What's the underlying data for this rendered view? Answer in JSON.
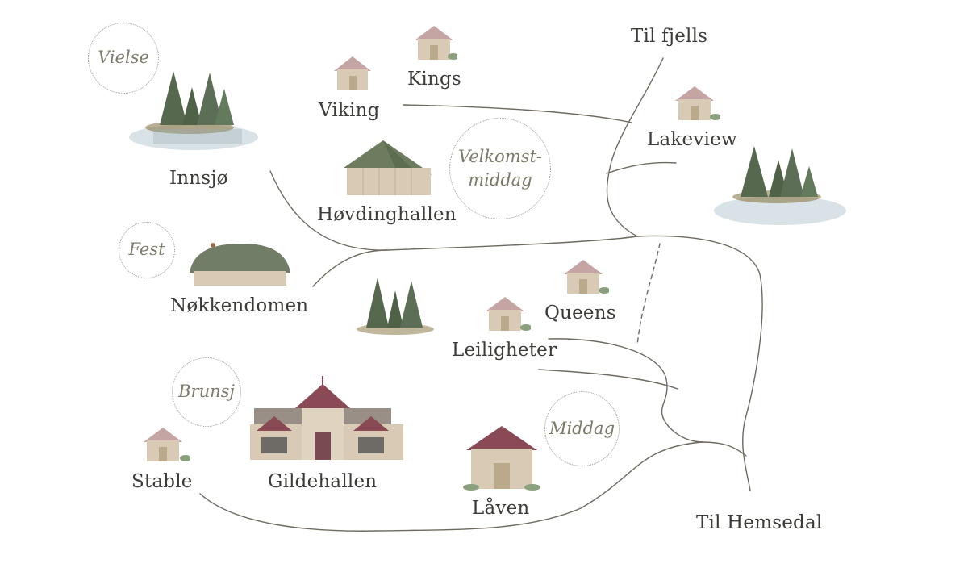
{
  "map": {
    "destinations": {
      "til_fjells": "Til fjells",
      "til_hemsedal": "Til Hemsedal"
    },
    "places": {
      "innsjo": "Innsjø",
      "viking": "Viking",
      "kings": "Kings",
      "lakeview": "Lakeview",
      "hovdinghallen": "Høvdinghallen",
      "nokkendomen": "Nøkkendomen",
      "leiligheter": "Leiligheter",
      "queens": "Queens",
      "stable": "Stable",
      "gildehallen": "Gildehallen",
      "laven": "Låven"
    },
    "events": {
      "vielse": "Vielse",
      "velkomst_line1": "Velkomst-",
      "velkomst_line2": "middag",
      "fest": "Fest",
      "brunsj": "Brunsj",
      "middag": "Middag"
    },
    "colors": {
      "road": "#6e6a60",
      "label": "#3d3b37",
      "event_text": "#7c7a68",
      "trees": "#56694f",
      "water": "#c9d6dc",
      "wood": "#d8cab4",
      "roof_red": "#8a4a55"
    }
  }
}
